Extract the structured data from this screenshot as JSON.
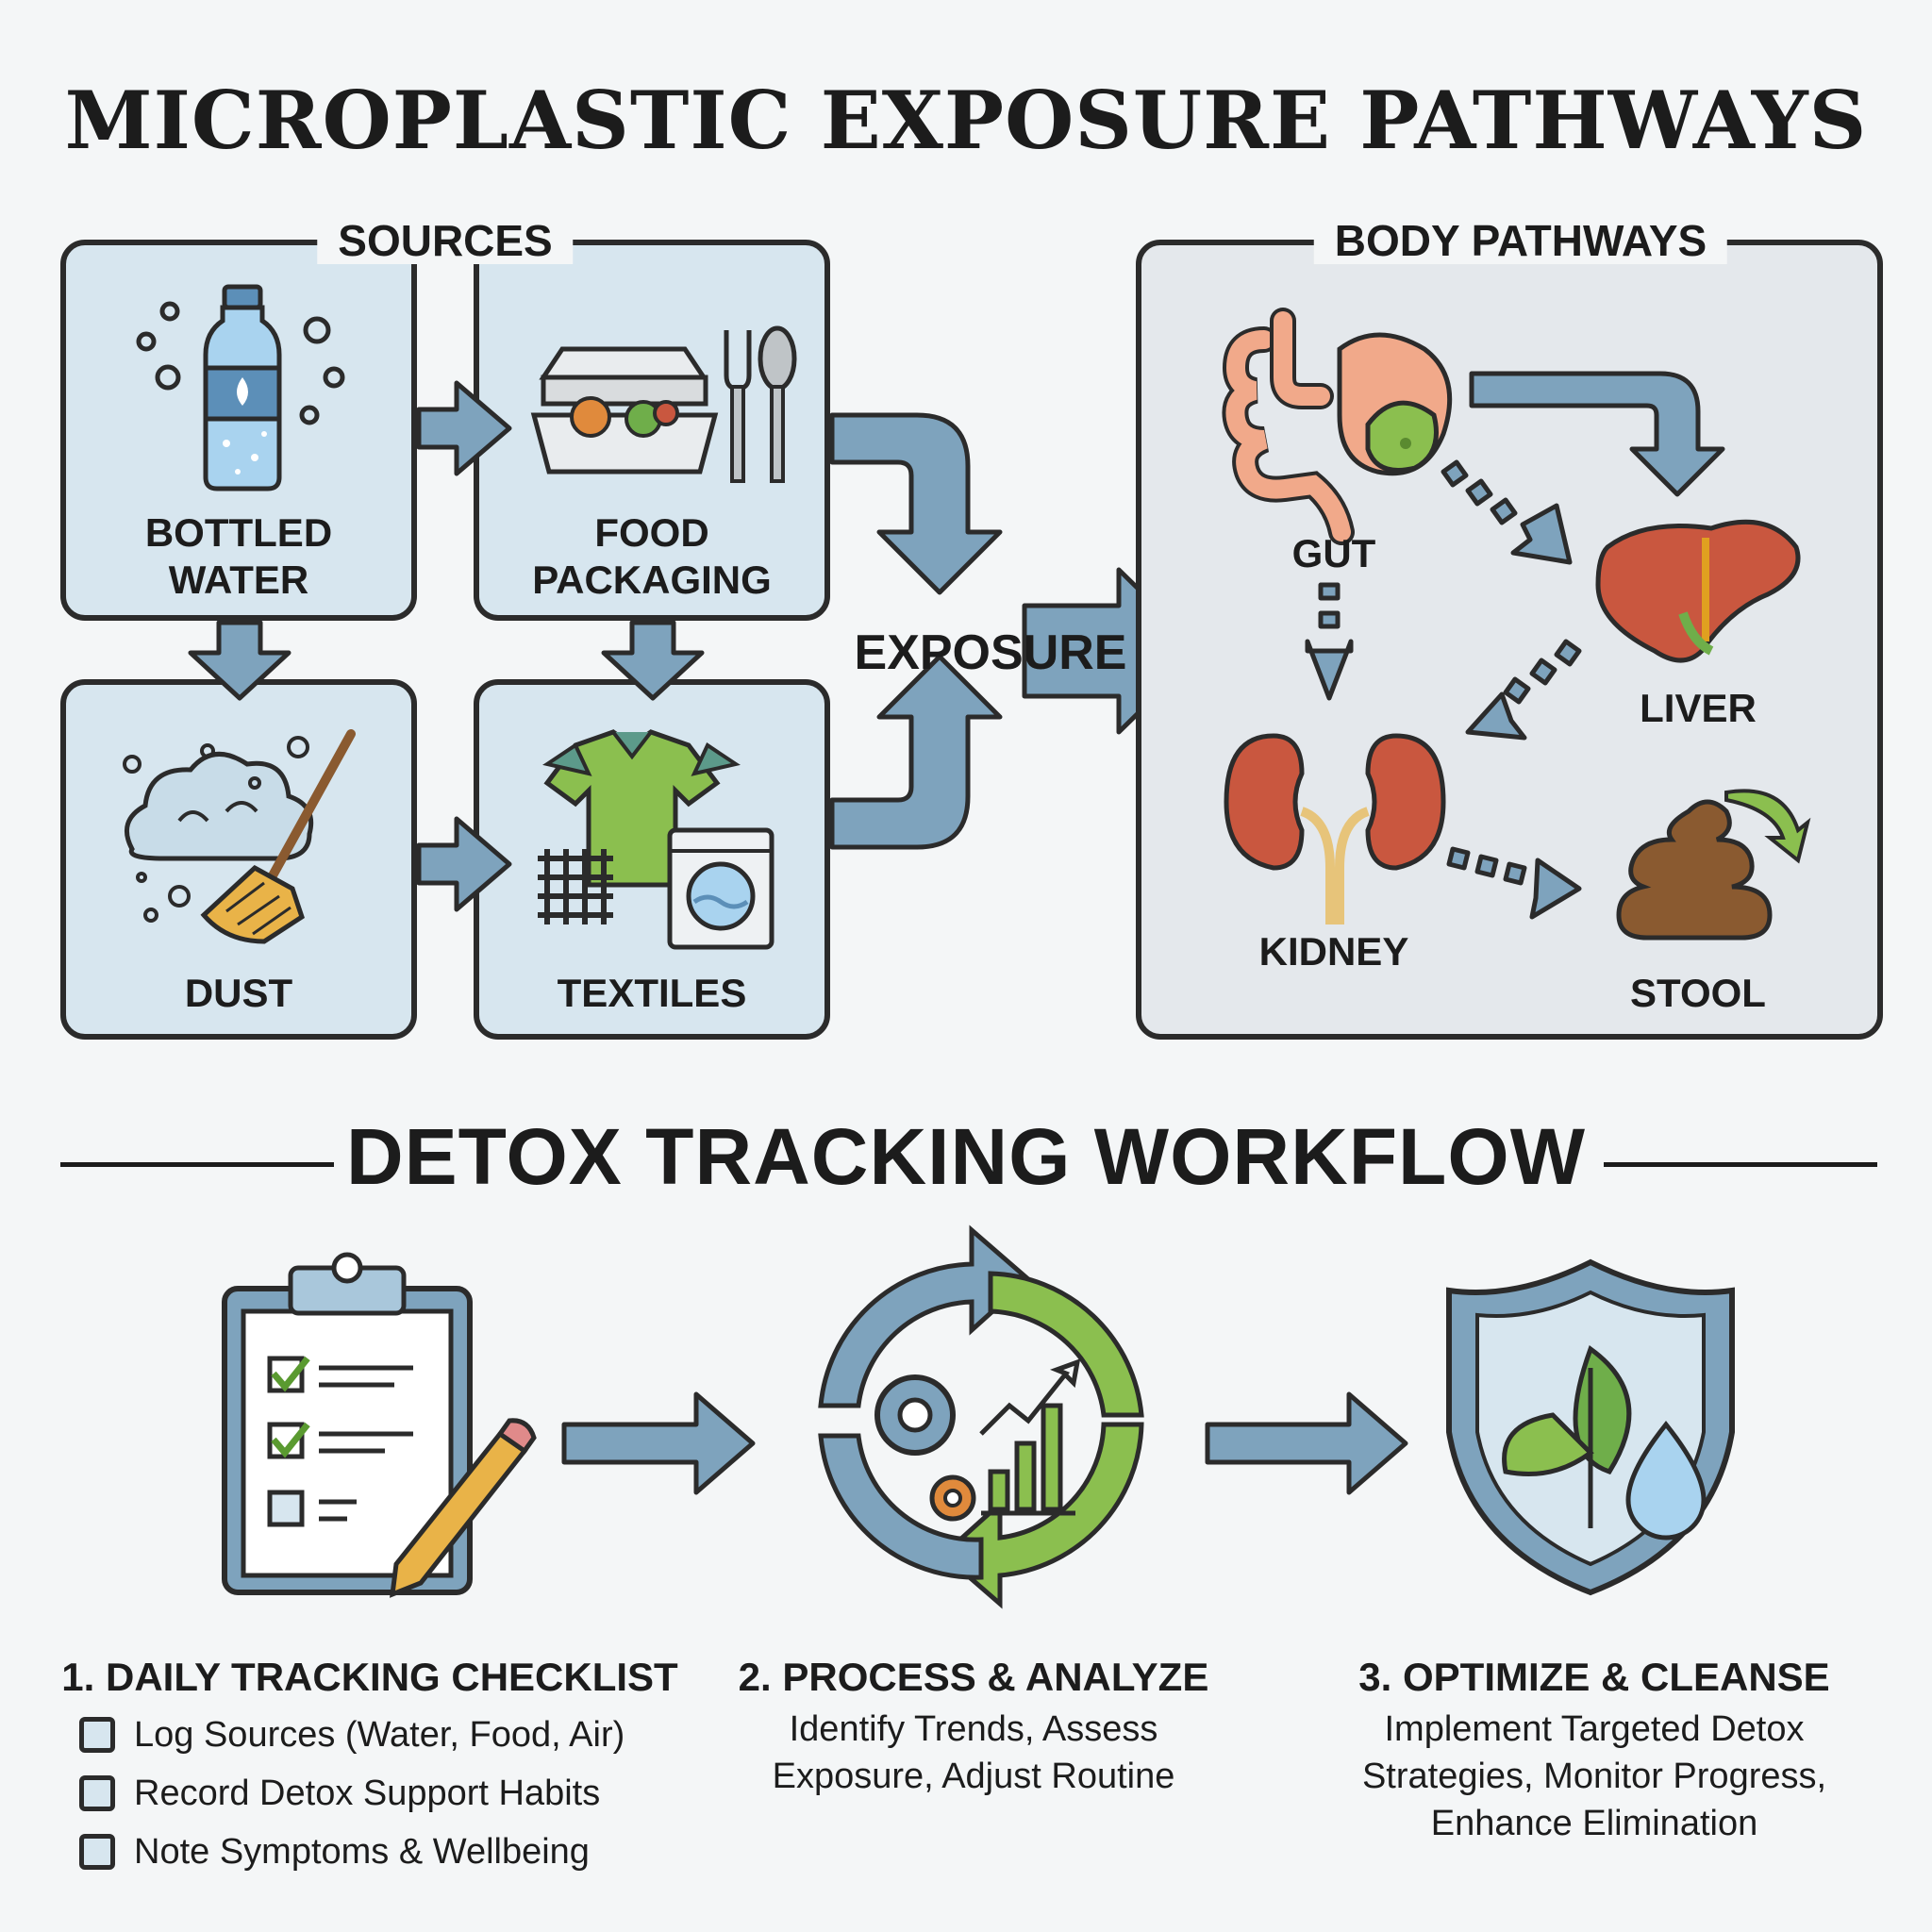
{
  "title": "MICROPLASTIC EXPOSURE PATHWAYS",
  "sources": {
    "label": "SOURCES",
    "items": [
      {
        "label_lines": [
          "BOTTLED",
          "WATER"
        ],
        "icon": "water-bottle-icon"
      },
      {
        "label_lines": [
          "FOOD",
          "PACKAGING"
        ],
        "icon": "food-container-icon"
      },
      {
        "label_lines": [
          "DUST"
        ],
        "icon": "dust-broom-icon"
      },
      {
        "label_lines": [
          "TEXTILES"
        ],
        "icon": "shirt-washer-icon"
      }
    ]
  },
  "exposure": {
    "label": "EXPOSURE"
  },
  "body_pathways": {
    "label": "BODY PATHWAYS",
    "organs": [
      {
        "label": "GUT",
        "icon": "intestine-icon"
      },
      {
        "label": "LIVER",
        "icon": "liver-icon"
      },
      {
        "label": "KIDNEY",
        "icon": "kidney-icon"
      },
      {
        "label": "STOOL",
        "icon": "stool-icon"
      }
    ]
  },
  "workflow": {
    "title": "DETOX TRACKING WORKFLOW",
    "steps": [
      {
        "title": "1. DAILY TRACKING CHECKLIST",
        "icon": "clipboard-checklist-icon",
        "checklist": [
          "Log Sources (Water, Food, Air)",
          "Record Detox Support Habits",
          "Note Symptoms & Wellbeing"
        ]
      },
      {
        "title": "2. PROCESS & ANALYZE",
        "icon": "cycle-analytics-icon",
        "desc_lines": [
          "Identify Trends, Assess",
          "Exposure, Adjust Routine"
        ]
      },
      {
        "title": "3. OPTIMIZE & CLEANSE",
        "icon": "shield-leaf-icon",
        "desc_lines": [
          "Implement Targeted Detox",
          "Strategies, Monitor Progress,",
          "Enhance Elimination"
        ]
      }
    ]
  },
  "colors": {
    "arrow": "#7ea3bd",
    "stroke": "#2b2b2b",
    "panel": "#d7e6ef",
    "green": "#8bbf4f",
    "organ": "#c9573f"
  }
}
